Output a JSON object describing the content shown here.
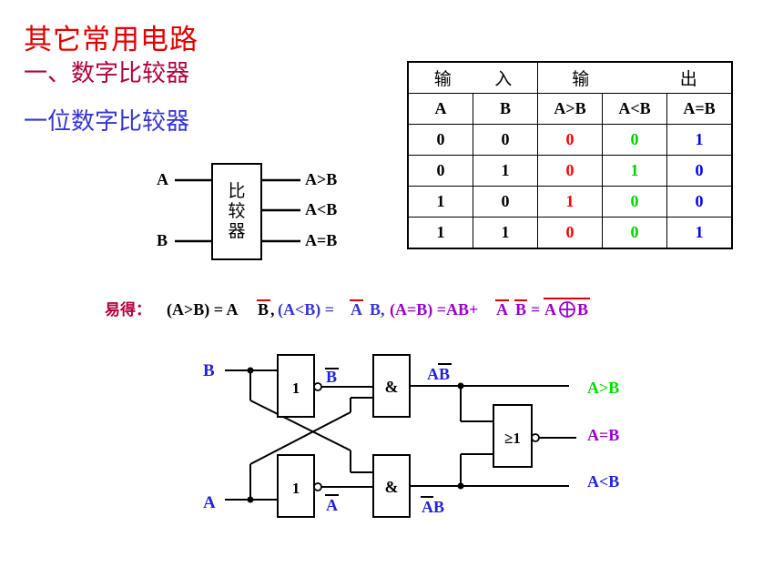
{
  "heading": {
    "title": "其它常用电路",
    "section": "一、数字比较器",
    "subsection": "一位数字比较器"
  },
  "block": {
    "in_a": "A",
    "in_b": "B",
    "box_text": [
      "比",
      "较",
      "器"
    ],
    "out_gt": "A>B",
    "out_lt": "A<B",
    "out_eq": "A=B"
  },
  "truth_table": {
    "group_input": [
      "输",
      "入"
    ],
    "group_output": [
      "输",
      "出"
    ],
    "columns": [
      "A",
      "B",
      "A>B",
      "A<B",
      "A=B"
    ],
    "rows": [
      [
        "0",
        "0",
        "0",
        "0",
        "1"
      ],
      [
        "0",
        "1",
        "0",
        "1",
        "0"
      ],
      [
        "1",
        "0",
        "1",
        "0",
        "0"
      ],
      [
        "1",
        "1",
        "0",
        "0",
        "1"
      ]
    ],
    "output_colors": [
      "#ff0000",
      "#00d000",
      "#0000ff"
    ]
  },
  "formula": {
    "prefix": "易得：",
    "gt_left": "(A>B) = A",
    "gt_bar": "B",
    "comma1": ",",
    "lt_left": "(A<B) =",
    "lt_bar": "A",
    "lt_right": "B,",
    "eq_left": "(A=B) =AB+",
    "eq_bar_a": "A",
    "eq_bar_b": "B",
    "eq_eq": "=",
    "eq_xor_a": "A",
    "eq_xor_b": "B",
    "colors": {
      "gt": "#000000",
      "lt": "#3535d0",
      "eq": "#9900cc",
      "prefix": "#b2003c"
    }
  },
  "circuit": {
    "in_b": "B",
    "in_a": "A",
    "not_label": "1",
    "and_label": "&",
    "nor_label": "≥1",
    "b_bar": "B",
    "a_bar": "A",
    "ab_bar_top_a": "A",
    "ab_bar_top_b": "B",
    "ab_bar_bot_a": "A",
    "ab_bar_bot_b": "B",
    "out_gt": "A>B",
    "out_eq": "A=B",
    "out_lt": "A<B"
  }
}
